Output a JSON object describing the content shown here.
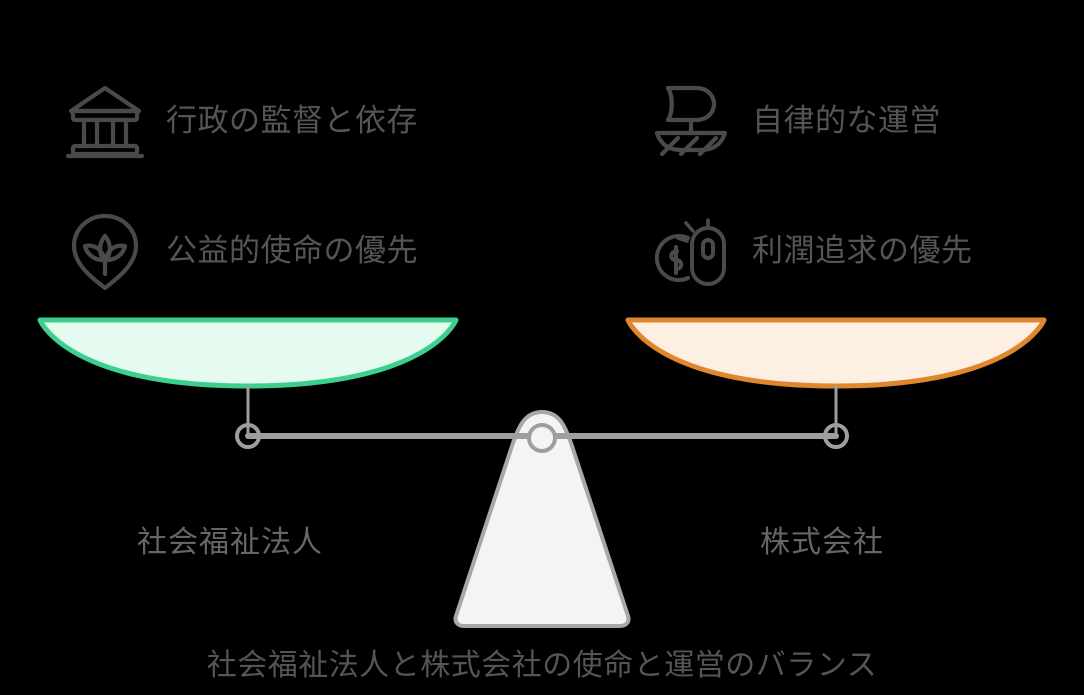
{
  "theme": {
    "background": "#000000",
    "text_color": "#555555",
    "side_name_color": "#666666",
    "icon_stroke": "#4a4a4a",
    "beam_color": "#9e9e9e",
    "fulcrum_fill": "#f4f4f4",
    "fulcrum_stroke": "#a8a8a8",
    "left_pan_stroke": "#3ecf8e",
    "left_pan_fill": "#e6fbf0",
    "right_pan_stroke": "#e0862c",
    "right_pan_fill": "#fdf0e2"
  },
  "left_side": {
    "name": "社会福祉法人",
    "pan_color": "#3ecf8e",
    "pan_fill": "#e6fbf0",
    "attributes": [
      {
        "icon": "classical-bank-building-icon",
        "label": "行政の監督と依存"
      },
      {
        "icon": "plant-sprout-shield-icon",
        "label": "公益的使命の優先"
      }
    ]
  },
  "right_side": {
    "name": "株式会社",
    "pan_color": "#e0862c",
    "pan_fill": "#fdf0e2",
    "attributes": [
      {
        "icon": "sailboat-icon",
        "label": "自律的な運営"
      },
      {
        "icon": "pay-per-click-mouse-icon",
        "label": "利潤追求の優先"
      }
    ]
  },
  "caption": "社会福祉法人と株式会社の使命と運営のバランス",
  "diagram": {
    "type": "balance-scale",
    "state": "balanced",
    "left_pan_label": "社会福祉法人",
    "right_pan_label": "株式会社"
  }
}
